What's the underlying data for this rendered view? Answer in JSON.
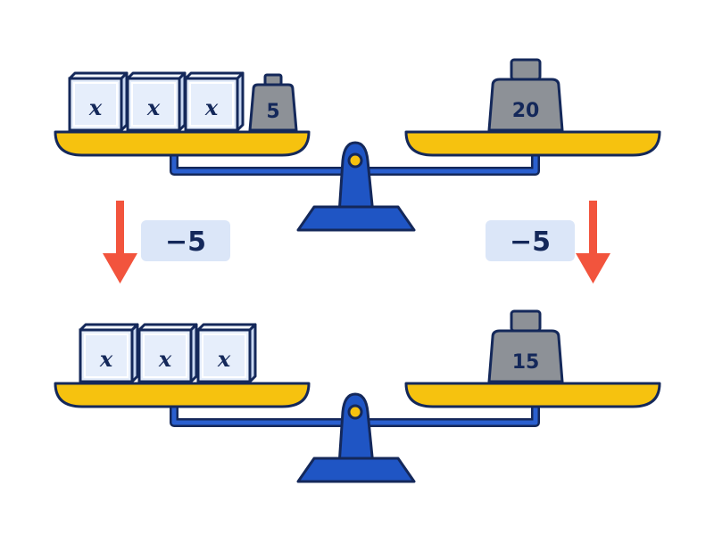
{
  "colors": {
    "outline": "#14285a",
    "pan": "#f6c20f",
    "stand": "#1f55c4",
    "beam": "#2a5fcf",
    "box_fill": "#e6eefb",
    "weight_fill": "#8d9197",
    "arrow": "#f2543d",
    "label_bg": "#dbe6f8"
  },
  "top_scale": {
    "left": {
      "x_blocks": [
        "x",
        "x",
        "x"
      ],
      "weight": "5"
    },
    "right": {
      "weight": "20"
    }
  },
  "operations": {
    "left": "−5",
    "right": "−5"
  },
  "bottom_scale": {
    "left": {
      "x_blocks": [
        "x",
        "x",
        "x"
      ]
    },
    "right": {
      "weight": "15"
    }
  }
}
